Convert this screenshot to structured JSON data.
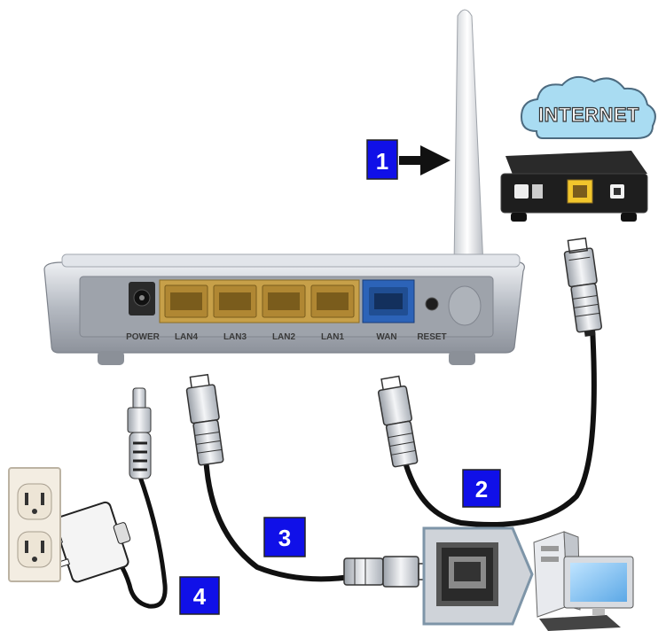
{
  "cloud": {
    "label": "INTERNET"
  },
  "router": {
    "ports": {
      "power": "POWER",
      "lan4": "LAN4",
      "lan3": "LAN3",
      "lan2": "LAN2",
      "lan1": "LAN1",
      "wan": "WAN",
      "reset": "RESET"
    }
  },
  "steps": {
    "s1": "1",
    "s2": "2",
    "s3": "3",
    "s4": "4"
  },
  "colors": {
    "step_badge_fill": "#1010e8",
    "router_body": "#a4a9b2",
    "lan_port": "#c7a049",
    "wan_port": "#2c63b8",
    "cloud_fill": "#a9dcf2"
  }
}
